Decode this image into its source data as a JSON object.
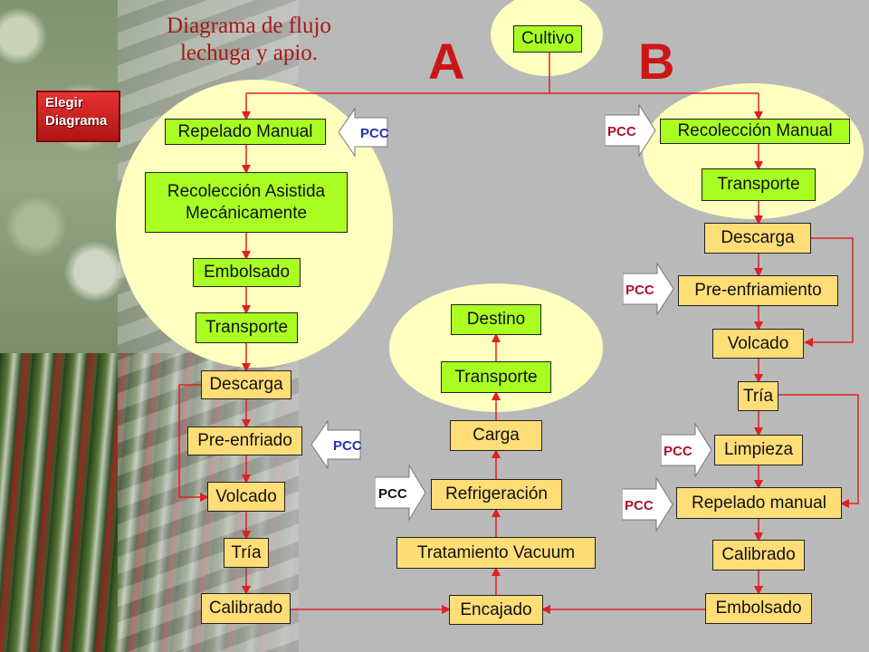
{
  "title_line1": "Diagrama de flujo",
  "title_line2": "lechuga y apio.",
  "label_a": "A",
  "label_b": "B",
  "elegir_line1": "Elegir",
  "elegir_line2": "Diagrama",
  "pcc_label": "PCC",
  "colors": {
    "green_node": "#aaff22",
    "yellow_node": "#ffdd77",
    "ellipse": "#ffffc0",
    "arrow": "#dd2222",
    "title": "#a81818",
    "pcc_red": "#b0102a",
    "pcc_blue": "#2233aa"
  },
  "nodes": {
    "cultivo": "Cultivo",
    "a_repelado": "Repelado Manual",
    "a_recoleccion_1": "Recolección Asistida",
    "a_recoleccion_2": "Mecánicamente",
    "a_embolsado": "Embolsado",
    "a_transporte": "Transporte",
    "a_descarga": "Descarga",
    "a_preenfriado": "Pre-enfriado",
    "a_volcado": "Volcado",
    "a_tria": "Tría",
    "a_calibrado": "Calibrado",
    "c_encajado": "Encajado",
    "c_vacuum": "Tratamiento Vacuum",
    "c_refrigeracion": "Refrigeración",
    "c_carga": "Carga",
    "c_transporte": "Transporte",
    "c_destino": "Destino",
    "b_recoleccion": "Recolección Manual",
    "b_transporte": "Transporte",
    "b_descarga": "Descarga",
    "b_preenfriamiento": "Pre-enfriamiento",
    "b_volcado": "Volcado",
    "b_tria": "Tría",
    "b_limpieza": "Limpieza",
    "b_repelado": "Repelado manual",
    "b_calibrado": "Calibrado",
    "b_embolsado": "Embolsado"
  }
}
